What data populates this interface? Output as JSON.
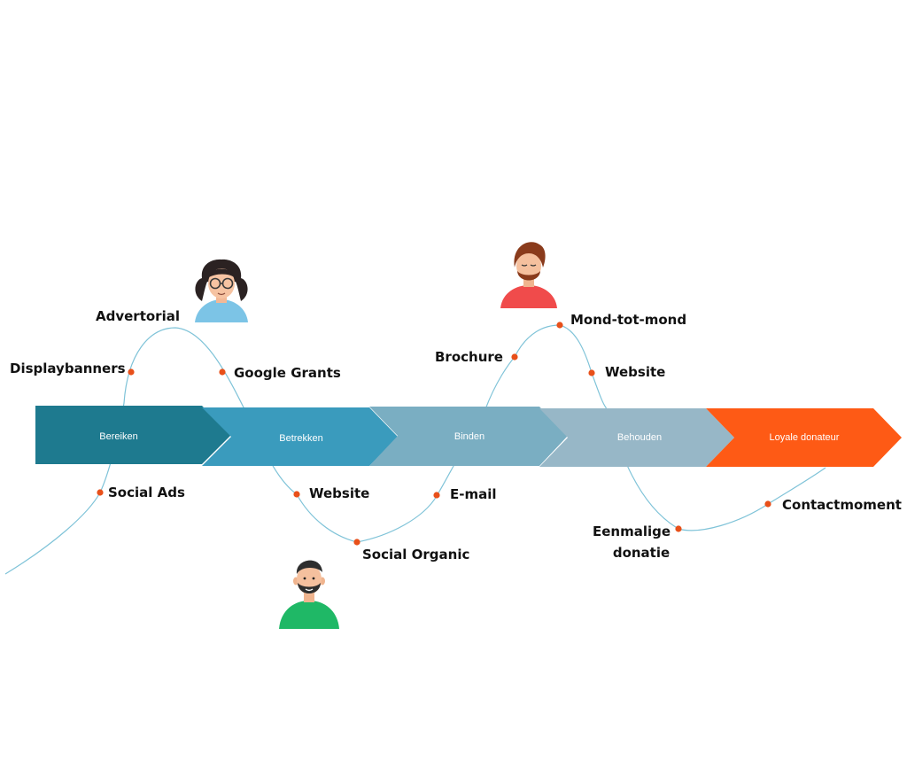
{
  "stages": [
    {
      "label": "Bereiken",
      "color": "#1e7a8f"
    },
    {
      "label": "Betrekken",
      "color": "#3a9bbd"
    },
    {
      "label": "Binden",
      "color": "#7aaec2"
    },
    {
      "label": "Behouden",
      "color": "#97b7c7"
    },
    {
      "label": "Loyale donateur",
      "color": "#fe5a15"
    }
  ],
  "touchpoints": [
    {
      "id": "social-ads",
      "label": "Social Ads"
    },
    {
      "id": "displaybanners",
      "label": "Displaybanners"
    },
    {
      "id": "advertorial",
      "label": "Advertorial"
    },
    {
      "id": "google-grants",
      "label": "Google Grants"
    },
    {
      "id": "website-1",
      "label": "Website"
    },
    {
      "id": "social-organic",
      "label": "Social Organic"
    },
    {
      "id": "e-mail",
      "label": "E-mail"
    },
    {
      "id": "brochure",
      "label": "Brochure"
    },
    {
      "id": "mond-tot-mond",
      "label": "Mond-tot-mond"
    },
    {
      "id": "website-2",
      "label": "Website"
    },
    {
      "id": "eenmalige-donatie",
      "label": [
        "Eenmalige",
        "donatie"
      ]
    },
    {
      "id": "contactmoment",
      "label": "Contactmoment"
    }
  ],
  "personas": [
    {
      "id": "woman-glasses",
      "shirt": "#7cc4e6",
      "hair": "#2b2222"
    },
    {
      "id": "man-beard",
      "shirt": "#1fb866",
      "hair": "#2e2e2e"
    },
    {
      "id": "man-red",
      "shirt": "#f04b4b",
      "hair": "#8a3b1c"
    }
  ],
  "colors": {
    "curve": "#7fc3d8",
    "dot": "#e8501a",
    "text": "#111111"
  }
}
